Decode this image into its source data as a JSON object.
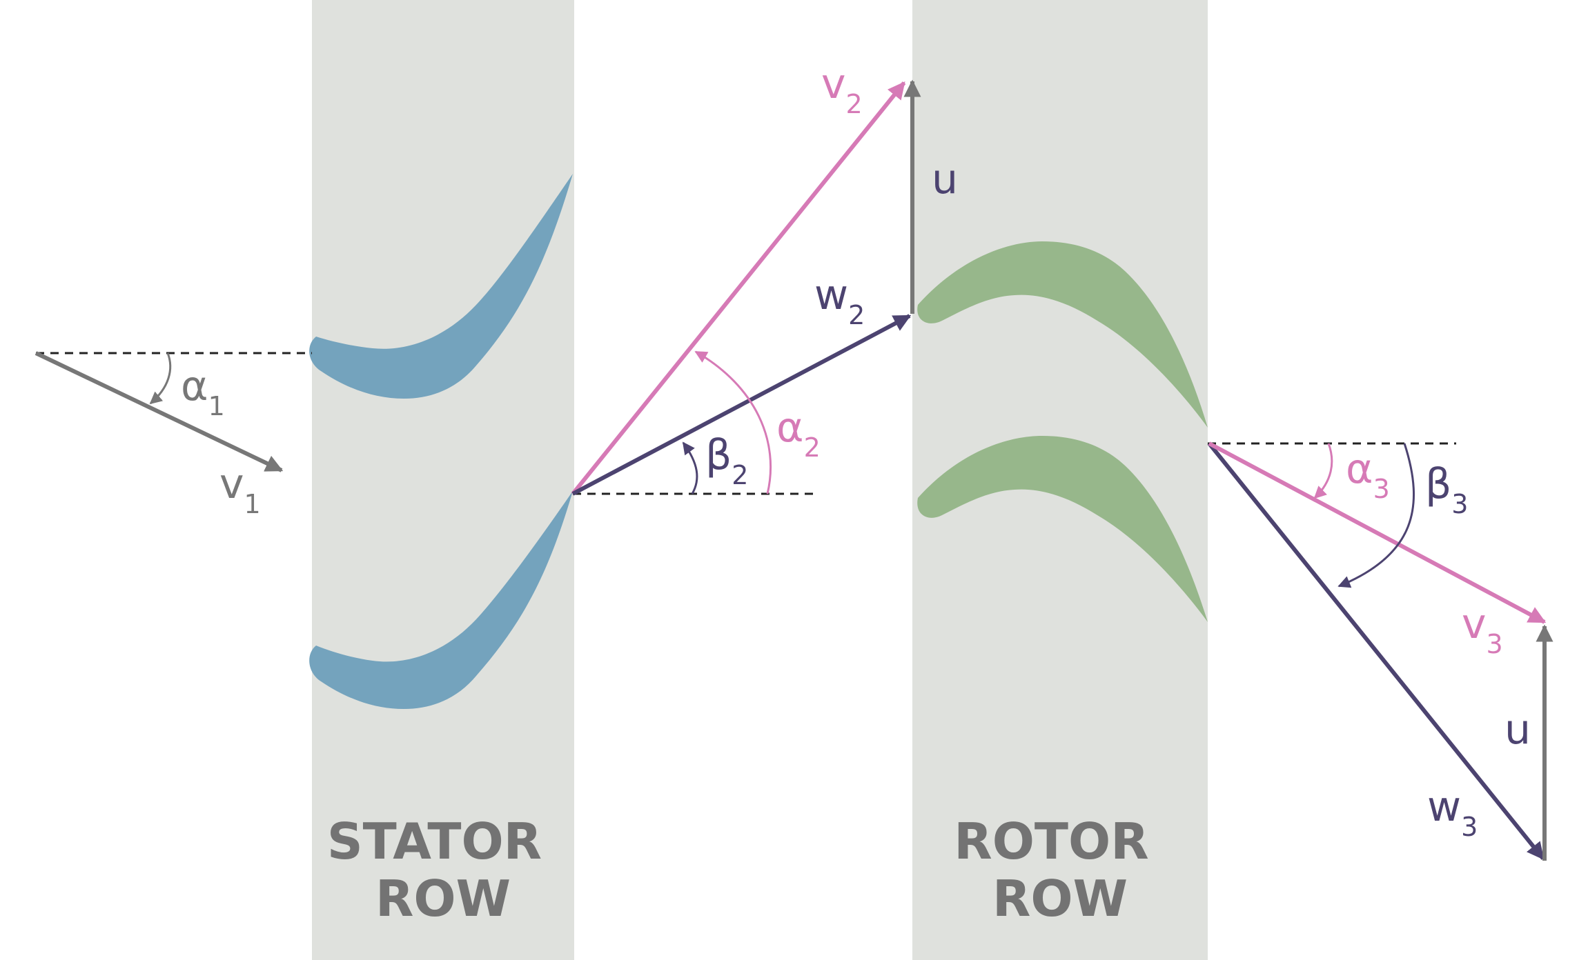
{
  "stator": {
    "title_line1": "STATOR",
    "title_line2": "ROW"
  },
  "rotor": {
    "title_line1": "ROTOR",
    "title_line2": "ROW"
  },
  "labels": {
    "v1": {
      "main": "v",
      "sub": "1"
    },
    "alpha1": {
      "main": "α",
      "sub": "1"
    },
    "v2": {
      "main": "v",
      "sub": "2"
    },
    "u_top": {
      "main": "u"
    },
    "w2": {
      "main": "w",
      "sub": "2"
    },
    "beta2": {
      "main": "β",
      "sub": "2"
    },
    "alpha2": {
      "main": "α",
      "sub": "2"
    },
    "alpha3": {
      "main": "α",
      "sub": "3"
    },
    "beta3": {
      "main": "β",
      "sub": "3"
    },
    "v3": {
      "main": "v",
      "sub": "3"
    },
    "u_bottom": {
      "main": "u"
    },
    "w3": {
      "main": "w",
      "sub": "3"
    }
  },
  "colors": {
    "band": "#dfe1dd",
    "stator_blade": "#74a3bd",
    "rotor_blade": "#97b78b",
    "absolute_velocity": "#d67ab6",
    "relative_velocity": "#4c4370",
    "blade_speed": "#777777",
    "row_title": "#737373"
  }
}
